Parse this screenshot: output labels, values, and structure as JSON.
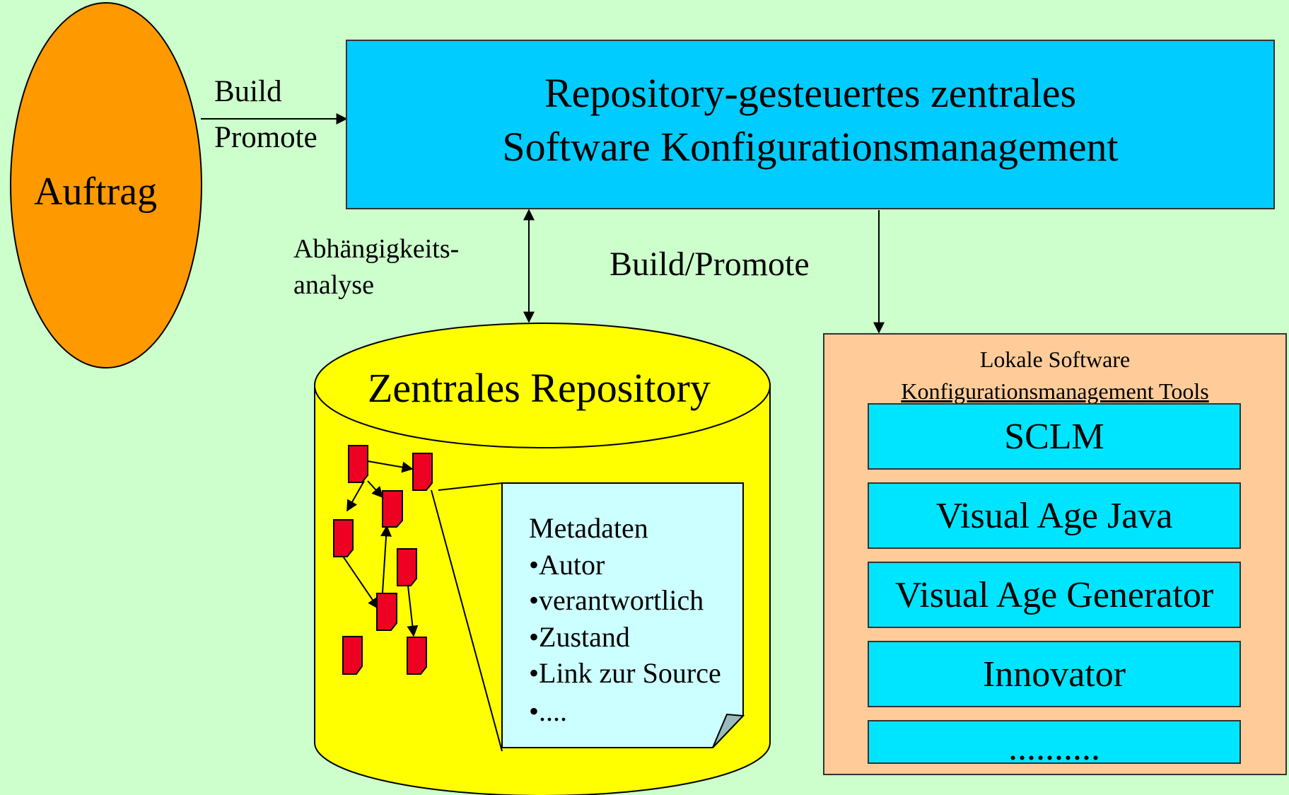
{
  "auftrag": {
    "label": "Auftrag"
  },
  "arrow_top": {
    "label_line1": "Build",
    "label_line2": "Promote"
  },
  "central_scm": {
    "line1": "Repository-gesteuertes zentrales",
    "line2": "Software Konfigurationsmanagement"
  },
  "dependency_analysis": {
    "line1": "Abhängigkeits-",
    "line2": "analyse"
  },
  "build_promote": {
    "label": "Build/Promote"
  },
  "repository": {
    "title": "Zentrales Repository"
  },
  "metadata": {
    "title": "Metadaten",
    "items": [
      "•Autor",
      "•verantwortlich",
      "•Zustand",
      "•Link zur Source",
      "•...."
    ]
  },
  "local_tools": {
    "title_line1": "Lokale Software",
    "title_line2": "Konfigurationsmanagement Tools",
    "tools": [
      "SCLM",
      "Visual Age Java",
      "Visual Age Generator",
      "Innovator",
      ".........."
    ]
  },
  "colors": {
    "background": "#ccffcc",
    "auftrag": "#ff9900",
    "central_box": "#00ccff",
    "repository": "#ffff00",
    "local_panel": "#ffcc99",
    "tool_box": "#00e5ff",
    "metadata_page": "#ccffff",
    "node": "#ee0022"
  }
}
